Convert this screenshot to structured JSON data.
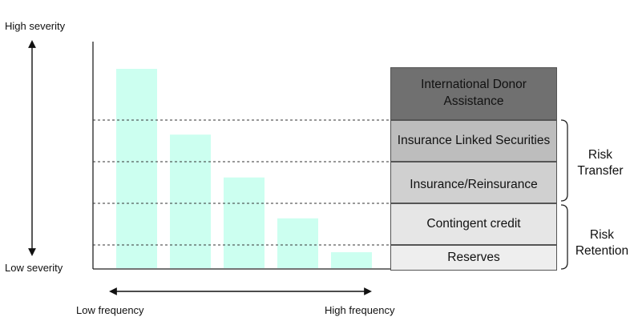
{
  "axes": {
    "high_severity": "High severity",
    "low_severity": "Low severity",
    "low_frequency": "Low frequency",
    "high_frequency": "High frequency"
  },
  "bars": {
    "color": "#ccfff0",
    "relative_heights": [
      1.0,
      0.67,
      0.455,
      0.25,
      0.08
    ]
  },
  "layers": [
    {
      "label": "International Donor Assistance",
      "color": "#707070"
    },
    {
      "label": "Insurance Linked Securities",
      "color": "#bdbdbd"
    },
    {
      "label": "Insurance/Reinsurance",
      "color": "#d0d0d0"
    },
    {
      "label": "Contingent credit",
      "color": "#e6e6e6"
    },
    {
      "label": "Reserves",
      "color": "#eeeeee"
    }
  ],
  "groups": {
    "transfer": "Risk Transfer",
    "retention": "Risk Retention"
  }
}
